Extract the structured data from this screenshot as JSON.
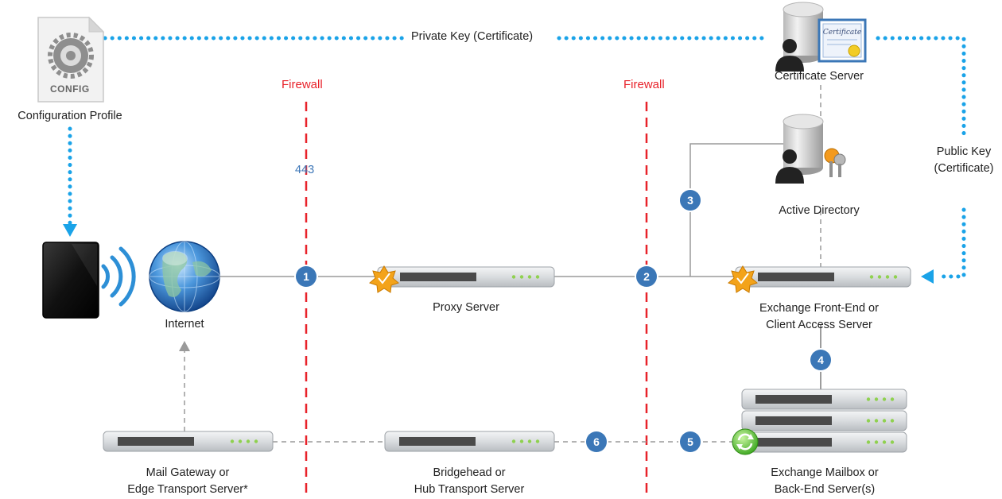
{
  "links": {
    "private_key": "Private Key (Certificate)",
    "public_key_line1": "Public Key",
    "public_key_line2": "(Certificate)"
  },
  "firewalls": {
    "left": "Firewall",
    "right": "Firewall"
  },
  "port": "443",
  "nodes": {
    "config_profile": {
      "icon_text": "CONFIG",
      "label": "Configuration Profile"
    },
    "internet": {
      "label": "Internet"
    },
    "proxy": {
      "label": "Proxy Server"
    },
    "cert_server": {
      "label": "Certificate Server",
      "cert_text": "Certificate"
    },
    "active_directory": {
      "label": "Active Directory"
    },
    "exchange_front": {
      "label_line1": "Exchange Front-End or",
      "label_line2": "Client Access Server"
    },
    "mail_gateway": {
      "label_line1": "Mail Gateway or",
      "label_line2": "Edge Transport Server*"
    },
    "bridgehead": {
      "label_line1": "Bridgehead or",
      "label_line2": "Hub Transport Server"
    },
    "exchange_mailbox": {
      "label_line1": "Exchange Mailbox or",
      "label_line2": "Back-End Server(s)"
    }
  },
  "steps": [
    "1",
    "2",
    "3",
    "4",
    "5",
    "6"
  ],
  "colors": {
    "firewall": "#e8222a",
    "badge": "#3b77b7",
    "key_link": "#1aa3e8",
    "accent": "#3f78b8"
  }
}
